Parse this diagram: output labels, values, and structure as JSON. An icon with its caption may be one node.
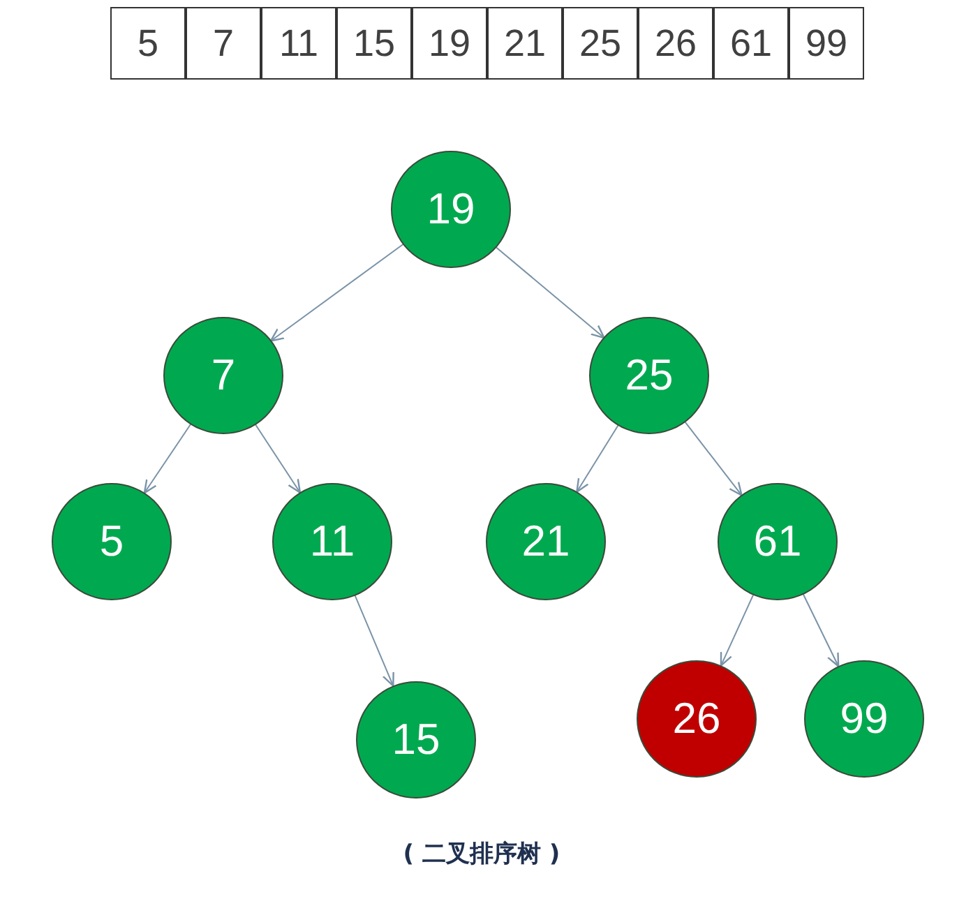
{
  "diagram": {
    "caption": "( 二叉排序树 )",
    "nodes": [
      {
        "text": [
          "19"
        ]
      },
      {
        "text": [
          "7"
        ]
      },
      {
        "text": [
          "25"
        ]
      },
      {
        "text": [
          "5"
        ]
      },
      {
        "text": [
          "11"
        ]
      },
      {
        "text": [
          "21"
        ]
      },
      {
        "text": [
          "61"
        ]
      },
      {
        "text": [
          "15"
        ]
      },
      {
        "text": [
          "26"
        ]
      },
      {
        "text": [
          "99"
        ]
      }
    ],
    "edges": [
      {
        "from": 0,
        "to": 1,
        "arrow": "to"
      },
      {
        "from": 0,
        "to": 2,
        "arrow": "to"
      },
      {
        "from": 1,
        "to": 3,
        "arrow": "to"
      },
      {
        "from": 1,
        "to": 4,
        "arrow": "to"
      },
      {
        "from": 2,
        "to": 5,
        "arrow": "to"
      },
      {
        "from": 2,
        "to": 6,
        "arrow": "to"
      },
      {
        "from": 4,
        "to": 7,
        "arrow": "to"
      },
      {
        "from": 6,
        "to": 8,
        "arrow": "to"
      },
      {
        "from": 6,
        "to": 9,
        "arrow": "to"
      }
    ],
    "labels": [
      "5",
      "7",
      "11",
      "15",
      "19",
      "21",
      "25",
      "26",
      "61",
      "99"
    ]
  }
}
